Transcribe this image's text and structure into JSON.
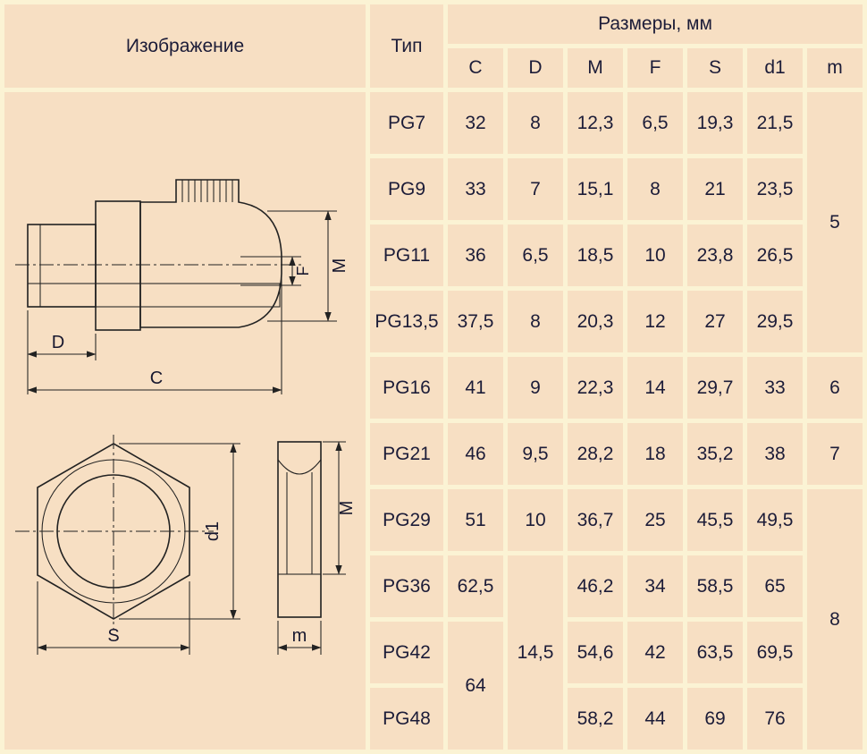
{
  "page": {
    "background": "#FBF3D4",
    "cell_background": "#F7DFC3",
    "text_color": "#1C1C38"
  },
  "table": {
    "headers": {
      "image": "Изображение",
      "type": "Тип",
      "sizes": "Размеры, мм",
      "columns": [
        "C",
        "D",
        "M",
        "F",
        "S",
        "d1",
        "m"
      ]
    },
    "rows": [
      {
        "type": "PG7",
        "C": "32",
        "D": "8",
        "M": "12,3",
        "F": "6,5",
        "S": "19,3",
        "d1": "21,5"
      },
      {
        "type": "PG9",
        "C": "33",
        "D": "7",
        "M": "15,1",
        "F": "8",
        "S": "21",
        "d1": "23,5"
      },
      {
        "type": "PG11",
        "C": "36",
        "D": "6,5",
        "M": "18,5",
        "F": "10",
        "S": "23,8",
        "d1": "26,5"
      },
      {
        "type": "PG13,5",
        "C": "37,5",
        "D": "8",
        "M": "20,3",
        "F": "12",
        "S": "27",
        "d1": "29,5"
      },
      {
        "type": "PG16",
        "C": "41",
        "D": "9",
        "M": "22,3",
        "F": "14",
        "S": "29,7",
        "d1": "33",
        "m": "6"
      },
      {
        "type": "PG21",
        "C": "46",
        "D": "9,5",
        "M": "28,2",
        "F": "18",
        "S": "35,2",
        "d1": "38",
        "m": "7"
      },
      {
        "type": "PG29",
        "C": "51",
        "D": "10",
        "M": "36,7",
        "F": "25",
        "S": "45,5",
        "d1": "49,5"
      },
      {
        "type": "PG36",
        "C": "62,5",
        "M": "46,2",
        "F": "34",
        "S": "58,5",
        "d1": "65"
      },
      {
        "type": "PG42",
        "M": "54,6",
        "F": "42",
        "S": "63,5",
        "d1": "69,5"
      },
      {
        "type": "PG48",
        "M": "58,2",
        "F": "44",
        "S": "69",
        "d1": "76"
      }
    ],
    "merged_cells": {
      "m_pg7_pg13": "5",
      "m_pg29_pg48": "8",
      "d_pg36_pg48": "14,5",
      "c_pg42_pg48": "64"
    }
  },
  "drawings": {
    "gland": {
      "D": "D",
      "C": "C",
      "F": "F",
      "M": "M"
    },
    "nut": {
      "d1": "d1",
      "S": "S",
      "M": "M",
      "m": "m"
    }
  }
}
